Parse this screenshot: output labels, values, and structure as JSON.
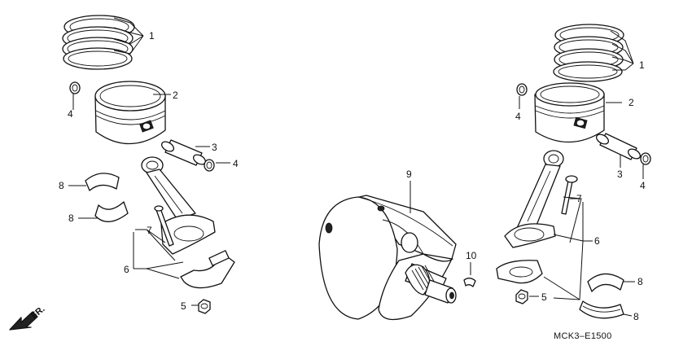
{
  "diagram_code": "MCK3–E1500",
  "direction_marker": "FR.",
  "callouts": {
    "left_piston_rings": "1",
    "left_piston": "2",
    "left_piston_pin": "3",
    "left_clip_a": "4",
    "left_clip_b": "4",
    "left_bearing_upper": "8",
    "left_bearing_lower": "8",
    "left_rod_bolt": "7",
    "left_connecting_rod": "6",
    "left_rod_nut": "5",
    "crankshaft": "9",
    "crank_key": "10",
    "right_piston_rings": "1",
    "right_piston": "2",
    "right_clip_a": "4",
    "right_clip_b": "4",
    "right_piston_pin": "3",
    "right_rod_bolt": "7",
    "right_connecting_rod": "6",
    "right_rod_nut": "5",
    "right_bearing_upper": "8",
    "right_bearing_lower": "8"
  }
}
